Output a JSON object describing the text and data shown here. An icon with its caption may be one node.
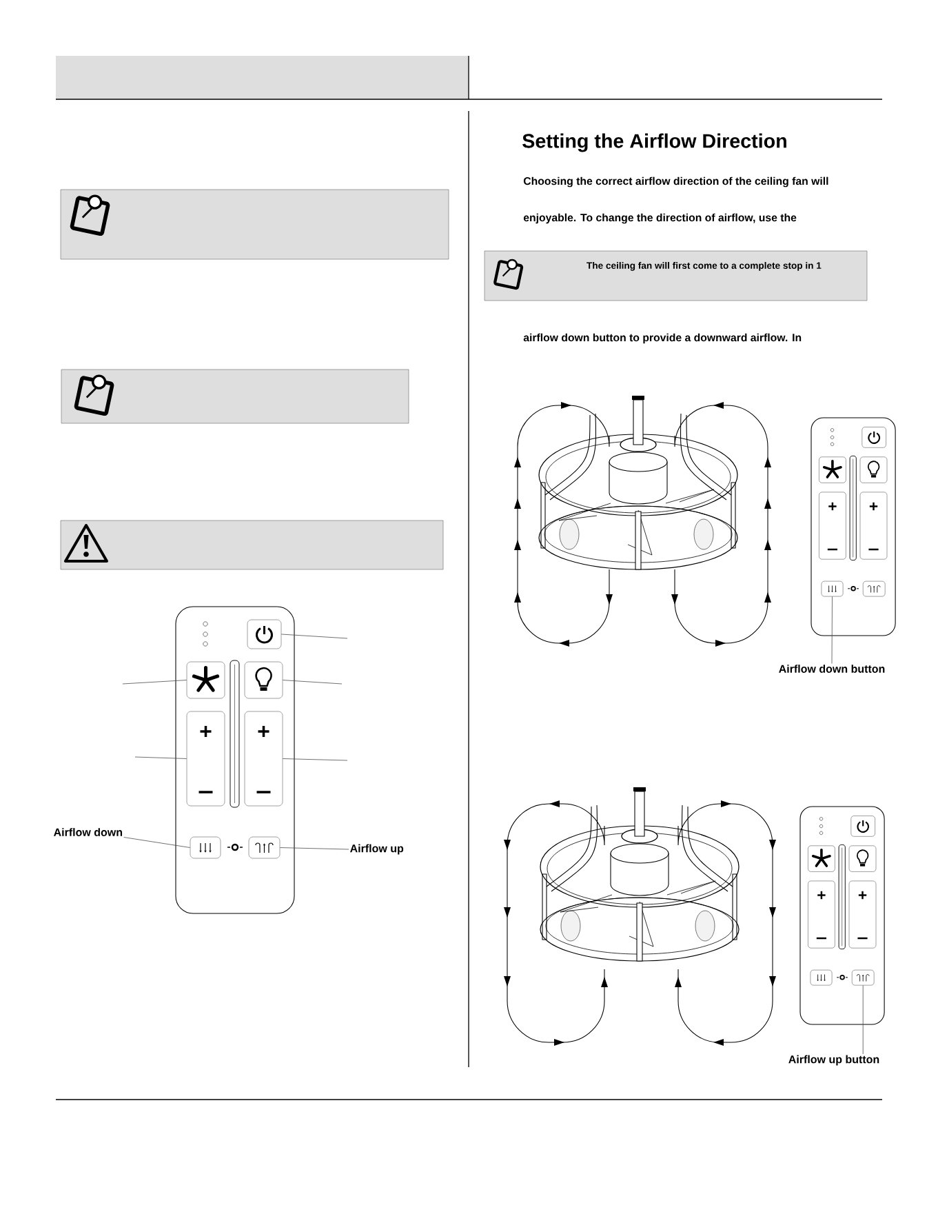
{
  "diagram": {
    "title": "Setting the Airflow Direction",
    "nodes": [
      {
        "text": [],
        "shape": "box"
      },
      {
        "text": [],
        "shape": "box"
      },
      {
        "text": [],
        "shape": "box"
      },
      {
        "text": [],
        "shape": "box"
      },
      {
        "text": [],
        "shape": "box"
      },
      {
        "text": [],
        "shape": "box"
      },
      {
        "text": [],
        "shape": "box"
      },
      {
        "text": [],
        "shape": "box"
      },
      {
        "text": [
          "Airflow down"
        ]
      },
      {
        "text": [],
        "shape": "box"
      },
      {
        "text": [],
        "shape": "box"
      },
      {
        "text": [
          "Airflow up"
        ]
      },
      {
        "text": [
          "The ceiling fan will first come to a complete stop in 1"
        ]
      },
      {
        "text": [],
        "shape": "box"
      },
      {
        "text": [
          "Airflow down button"
        ]
      },
      {
        "text": [],
        "shape": "box"
      },
      {
        "text": [
          "Airflow up button"
        ]
      },
      {
        "text": [],
        "shape": "box"
      },
      {
        "text": [],
        "shape": "box"
      }
    ],
    "edges": [
      {
        "from": null,
        "to": 3,
        "arrow": "none"
      },
      {
        "from": null,
        "to": 4,
        "arrow": "none"
      },
      {
        "from": null,
        "to": 5,
        "arrow": "none"
      },
      {
        "from": null,
        "to": 6,
        "arrow": "none"
      },
      {
        "from": null,
        "to": 7,
        "arrow": "none"
      },
      {
        "from": 8,
        "to": 9,
        "arrow": "none"
      },
      {
        "from": 11,
        "to": 10,
        "arrow": "none"
      },
      {
        "from": 14,
        "to": 13,
        "arrow": "none"
      },
      {
        "from": 16,
        "to": 15,
        "arrow": "none"
      }
    ],
    "labels": [
      "Choosing the correct airflow direction of the ceiling fan will",
      "enjoyable. To change the direction of airflow, use the",
      "airflow down button to provide a downward airflow. In"
    ]
  }
}
